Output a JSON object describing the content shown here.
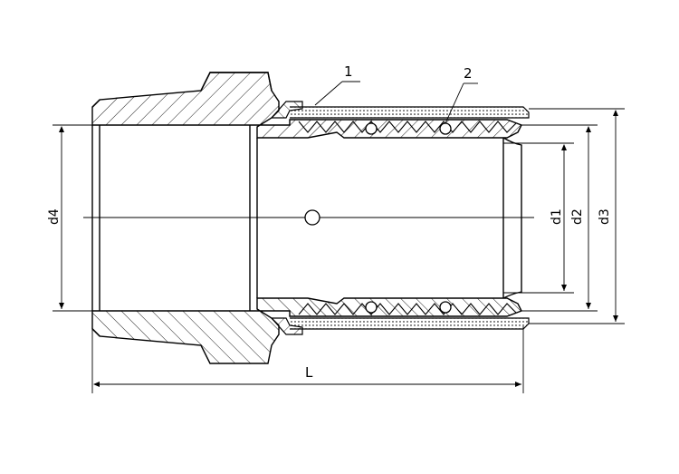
{
  "callouts": {
    "item_1": "1",
    "item_2": "2"
  },
  "dimensions": {
    "d1": "d1",
    "d2": "d2",
    "d3": "d3",
    "d4": "d4",
    "L": "L"
  },
  "colors": {
    "line": "#000000",
    "background": "#ffffff"
  }
}
